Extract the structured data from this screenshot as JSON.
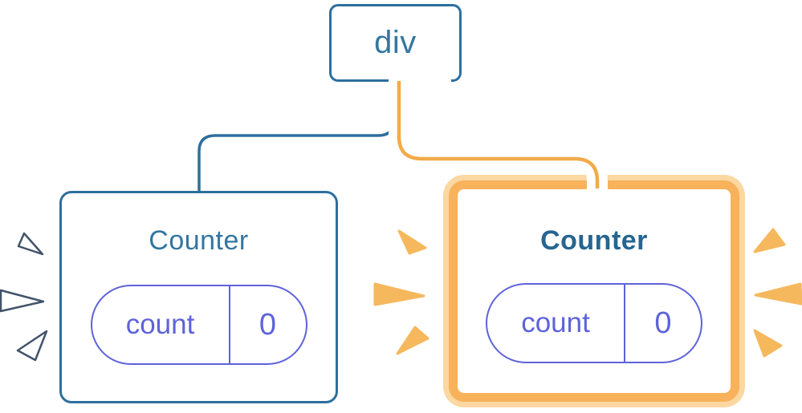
{
  "diagram": {
    "root": {
      "label": "div"
    },
    "left_tree": {
      "title": "Counter",
      "state_key": "count",
      "state_value": "0"
    },
    "right_tree": {
      "title": "Counter",
      "state_key": "count",
      "state_value": "0"
    },
    "colors": {
      "tree_blue": "#2d6f9e",
      "root_text_blue": "#35779f",
      "left_title_blue": "#3375a1",
      "right_title_blue": "#27658f",
      "pill_indigo": "#5e63da",
      "connector_orange": "#f2ab4a",
      "highlight_border_orange": "#f7b25b",
      "highlight_glow_orange": "#fbd7a1",
      "spark_orange": "#f6b85c",
      "spark_white": "#ffffff"
    }
  }
}
